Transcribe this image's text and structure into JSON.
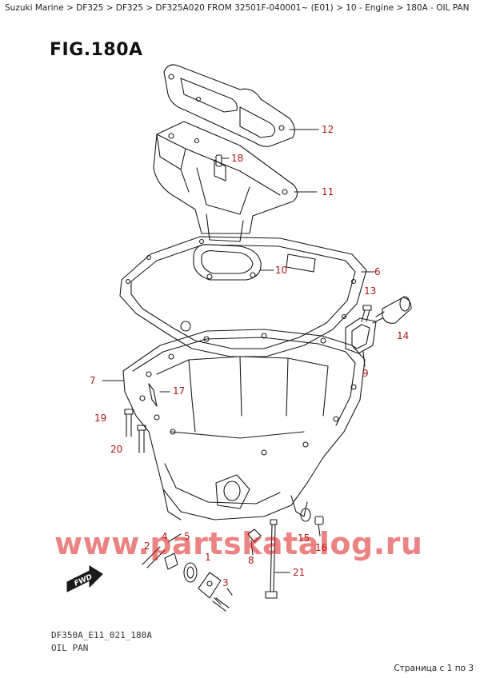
{
  "breadcrumb": "Suzuki Marine > DF325 > DF325 > DF325A020 FROM 32501F-040001~ (E01) > 10 - Engine > 180A - OIL PAN",
  "figure_title": "FIG.180A",
  "drawing_code": "DF350A_E11_021_180A",
  "part_name": "OIL PAN",
  "page_indicator": "Страница с 1 по 3",
  "watermark": "www.partskatalog.ru",
  "fwd_label": "FWD",
  "callouts": {
    "c1": "1",
    "c2": "2",
    "c3": "3",
    "c4": "4",
    "c5": "5",
    "c6": "6",
    "c7": "7",
    "c8": "8",
    "c9": "9",
    "c10": "10",
    "c11": "11",
    "c12": "12",
    "c13": "13",
    "c14": "14",
    "c15": "15",
    "c16": "16",
    "c17": "17",
    "c18": "18",
    "c19": "19",
    "c20": "20",
    "c21": "21"
  },
  "colors": {
    "callout": "#b01818",
    "line": "#1a1a1a",
    "watermark": "#dc1e1e"
  }
}
